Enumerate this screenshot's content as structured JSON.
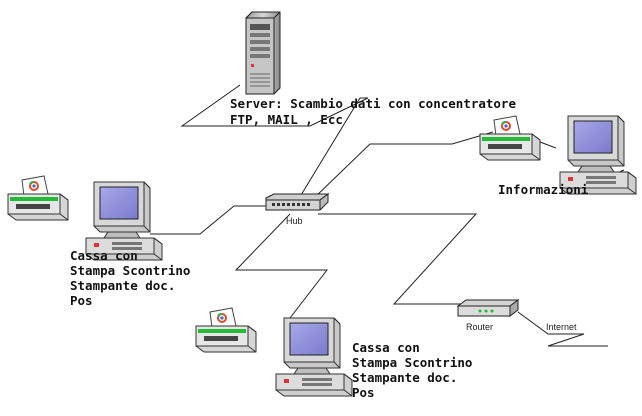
{
  "server": {
    "label_line1": "Server: Scambio dati con concentratore",
    "label_line2": "FTP, MAIL , Ecc"
  },
  "info": {
    "label": "Informazioni"
  },
  "hub": {
    "label": "Hub"
  },
  "router": {
    "label": "Router"
  },
  "internet": {
    "label": "Internet"
  },
  "pos_left": {
    "line1": "Cassa con",
    "line2": "Stampa Scontrino",
    "line3": "Stampante doc.",
    "line4": "Pos"
  },
  "pos_bottom": {
    "line1": "Cassa con",
    "line2": "Stampa Scontrino",
    "line3": "Stampante doc.",
    "line4": "Pos"
  },
  "colors": {
    "monitor_screen": "#8e8ed8",
    "printer_body": "#e6e6e6",
    "printer_light": "#22bb33",
    "power_led": "#dd3333"
  }
}
